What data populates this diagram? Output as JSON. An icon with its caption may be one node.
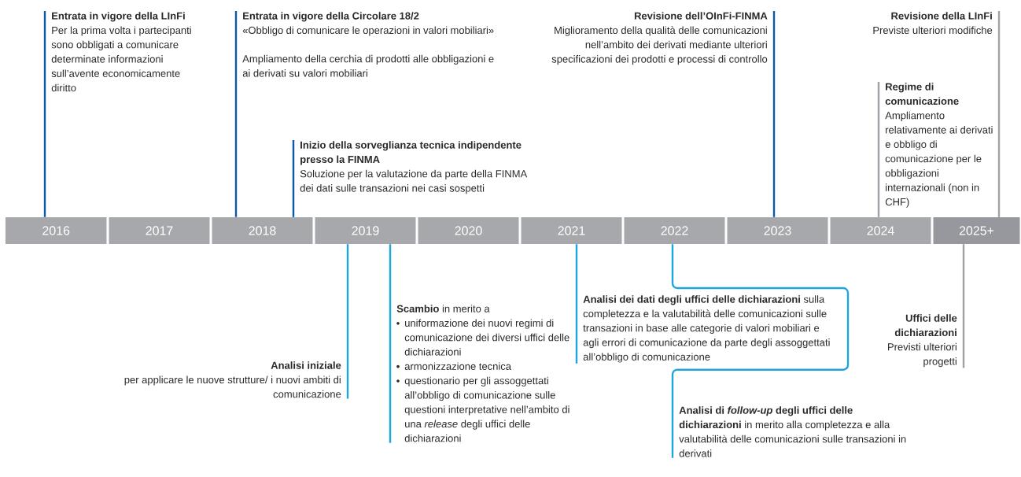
{
  "diagram": {
    "nodes": [
      {
        "text": [
          "2016"
        ]
      },
      {
        "text": [
          "2017"
        ]
      },
      {
        "text": [
          "2018"
        ]
      },
      {
        "text": [
          "2019"
        ]
      },
      {
        "text": [
          "2020"
        ]
      },
      {
        "text": [
          "2021"
        ]
      },
      {
        "text": [
          "2022"
        ]
      },
      {
        "text": [
          "2023"
        ]
      },
      {
        "text": [
          "2024"
        ]
      },
      {
        "text": [
          "2025+"
        ]
      },
      {
        "text": [
          "Entrata in vigore della LInFi",
          "Per la prima volta i partecipanti sono obbligati a comunicare determinate informazioni sull’avente economicamente diritto"
        ]
      },
      {
        "text": [
          "Entrata in vigore della Circolare 18/2",
          "«Obbligo di comunicare le operazioni in valori mobiliari»",
          "Ampliamento della cerchia di prodotti alle obbligazioni e ai derivati su valori mobiliari"
        ]
      },
      {
        "text": [
          "Inizio della sorveglianza tecnica indipendente presso la FINMA",
          "Soluzione per la valutazione da parte della FINMA dei dati sulle transazioni nei casi sospetti"
        ]
      },
      {
        "text": [
          "Revisione dell’OInFi-FINMA",
          "Miglioramento della qualità delle comunicazioni nell’ambito dei derivati mediante ulteriori specificazioni dei prodotti e processi di controllo"
        ]
      },
      {
        "text": [
          "Revisione della LInFi",
          "Previste ulteriori modifiche"
        ]
      },
      {
        "text": [
          "Regime di comunicazione",
          "Ampliamento relativamente ai derivati e obbligo di comunicazione per le obbligazioni internazionali (non in CHF)"
        ]
      },
      {
        "text": [
          "Analisi iniziale",
          "per applicare le nuove strutture/ i nuovi ambiti di comunicazione"
        ]
      },
      {
        "text": [
          "**Scambio** in merito a",
          "uniformazione dei nuovi regimi di comunicazione dei diversi uffici delle dichiarazioni",
          "armonizzazione tecnica",
          "questionario per gli assoggettati all’obbligo di comunicazione sulle questioni interpretative nell’ambito di una *release* degli uffici delle dichiarazioni"
        ]
      },
      {
        "text": [
          "**Analisi dei dati degli uffici delle dichiarazioni** sulla completezza e la valutabilità delle comunicazioni sulle transazioni in base alle categorie di valori mobiliari e agli errori di comunicazione da parte degli assoggettati all’obbligo di comunicazione"
        ]
      },
      {
        "text": [
          "**Analisi di *follow-up* degli uffici delle dichiarazioni** in merito alla completezza e alla valutabilità delle comunicazioni sulle transazioni in derivati"
        ]
      },
      {
        "text": [
          "Uffici delle dichiarazioni",
          "Previsti ulteriori progetti"
        ]
      }
    ],
    "edges": [
      {
        "from": 10,
        "to": 0,
        "arrow": "none",
        "color": "#0a5aa8"
      },
      {
        "from": 11,
        "to": 2,
        "arrow": "none",
        "color": "#0a5aa8"
      },
      {
        "from": 12,
        "to": 2,
        "arrow": "none",
        "color": "#0a5aa8"
      },
      {
        "from": 13,
        "to": 7,
        "arrow": "none",
        "color": "#0a5aa8"
      },
      {
        "from": 14,
        "to": 9,
        "arrow": "none",
        "color": "#a0a1a6"
      },
      {
        "from": 15,
        "to": 8,
        "arrow": "none",
        "color": "#a0a1a6"
      },
      {
        "from": 3,
        "to": 16,
        "arrow": "none",
        "color": "#1ea6dc"
      },
      {
        "from": 3,
        "to": 17,
        "arrow": "none",
        "color": "#1ea6dc"
      },
      {
        "from": 5,
        "to": 18,
        "arrow": "none",
        "color": "#1ea6dc"
      },
      {
        "from": 6,
        "to": 19,
        "arrow": "none",
        "color": "#1ea6dc"
      },
      {
        "from": 9,
        "to": 20,
        "arrow": "none",
        "color": "#a0a1a6"
      }
    ]
  }
}
